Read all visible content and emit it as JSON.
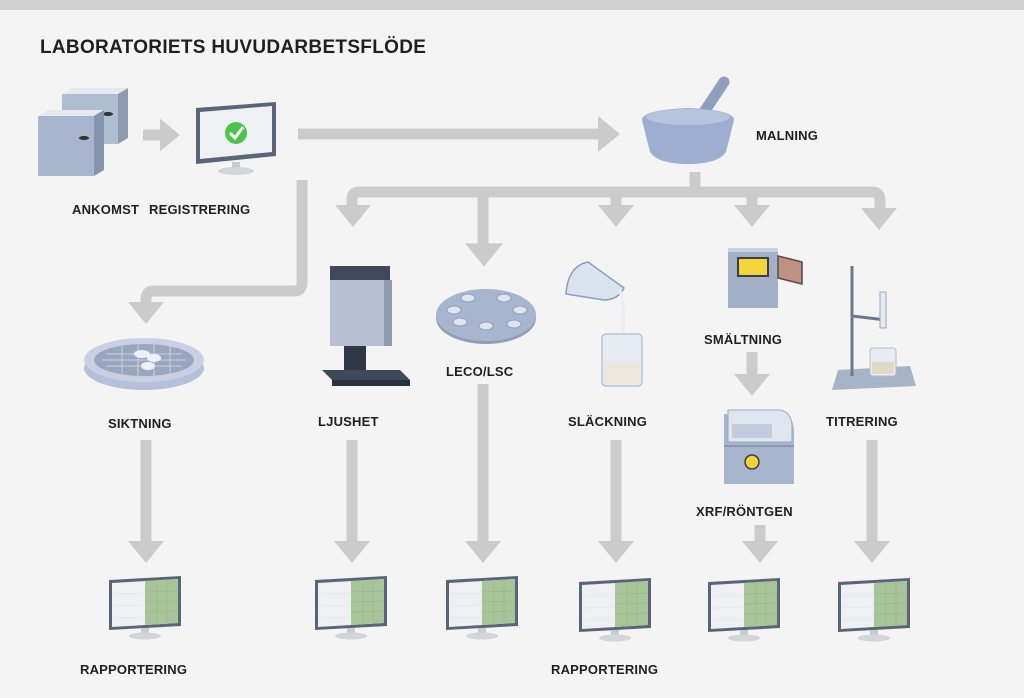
{
  "title": "LABORATORIETS HUVUDARBETSFLÖDE",
  "colors": {
    "background": "#f4f4f4",
    "arrow": "#cbcbcb",
    "equipment_blue": "#a9b8cf",
    "equipment_dark": "#3e4a5c",
    "check_green": "#4cc44c",
    "sheet_green": "#a8c59a",
    "furnace_glow": "#f5d63a"
  },
  "steps": {
    "ankomst": "ANKOMST",
    "registrering": "REGISTRERING",
    "malning": "MALNING",
    "siktning": "SIKTNING",
    "ljushet": "LJUSHET",
    "leco": "LECO/LSC",
    "slackning": "SLÄCKNING",
    "smaltning": "SMÄLTNING",
    "xrf": "XRF/RÖNTGEN",
    "titrering": "TITRERING"
  },
  "reporting": {
    "label_left": "RAPPORTERING",
    "label_right": "RAPPORTERING",
    "monitors": [
      "siktning",
      "ljushet",
      "leco",
      "slackning",
      "xrf",
      "titrering"
    ]
  },
  "icons": {
    "boxes": "sample-boxes-icon",
    "register": "registration-monitor-icon",
    "mortar": "mortar-pestle-icon",
    "sieve": "sieve-icon",
    "ljushet": "brightness-meter-icon",
    "leco": "sample-tray-icon",
    "slackning": "pouring-beaker-icon",
    "furnace": "furnace-icon",
    "xrf": "xrf-analyzer-icon",
    "titration": "titration-stand-icon",
    "report": "report-monitor-icon"
  }
}
